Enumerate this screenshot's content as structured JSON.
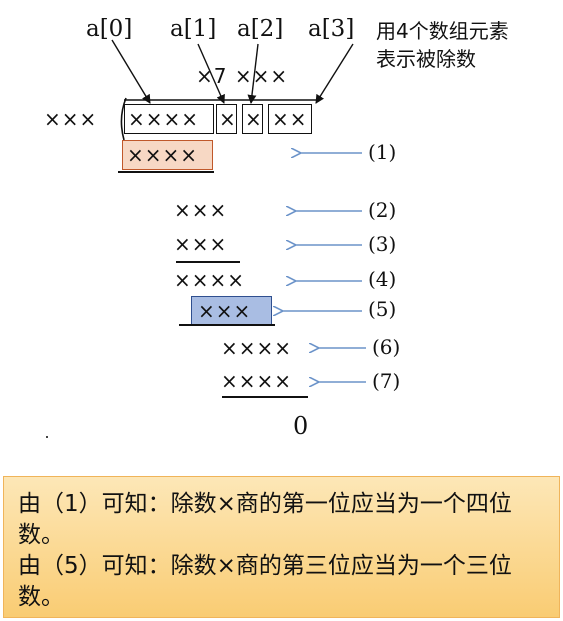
{
  "labels": {
    "a0": "a[0]",
    "a1": "a[1]",
    "a2": "a[2]",
    "a3": "a[3]"
  },
  "caption": {
    "line1": "用4个数组元素",
    "line2": "表示被除数"
  },
  "quotient": "×7 ×××",
  "divisor": "×××",
  "dividend": {
    "a0": "××××",
    "a1": "×",
    "a2": "×",
    "a3": "××"
  },
  "rows": {
    "r1": "××××",
    "r2": "×××",
    "r3": "×××",
    "r4": "××××",
    "r5": "×××",
    "r6": "××××",
    "r7": "××××",
    "remainder": "0"
  },
  "marks": {
    "m1": "(1)",
    "m2": "(2)",
    "m3": "(3)",
    "m4": "(4)",
    "m5": "(5)",
    "m6": "(6)",
    "m7": "(7)"
  },
  "note": {
    "line1": "由（1）可知：除数×商的第一位应当为一个四位数。",
    "line2": "由（5）可知：除数×商的第三位应当为一个三位数。"
  },
  "colors": {
    "row1_fill": "#f7d8c4",
    "row1_border": "#c0582a",
    "row5_fill": "#a9bde3",
    "row5_border": "#2f4f8f",
    "arrow": "#6b93c9",
    "note_fill": "#f9cc73",
    "note_border": "#f0b45a"
  }
}
